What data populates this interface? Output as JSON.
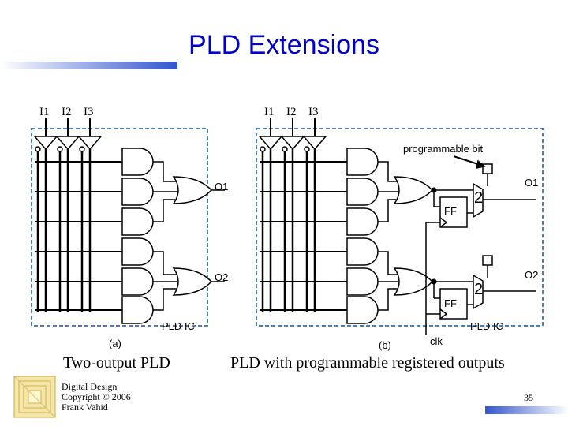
{
  "slide": {
    "title": "PLD Extensions",
    "page_number": "35"
  },
  "left_plD": {
    "inputs": [
      "I1",
      "I2",
      "I3"
    ],
    "outputs": [
      "O1",
      "O2"
    ],
    "chip_label": "PLD  IC",
    "sub_label": "(a)",
    "caption": "Two-output PLD"
  },
  "right_pld": {
    "inputs": [
      "I1",
      "I2",
      "I3"
    ],
    "outputs": [
      "O1",
      "O2"
    ],
    "prog_bit_label": "programmable bit",
    "ff_label": "FF",
    "mux_label": "2",
    "chip_label": "PLD  IC",
    "clk_label": "clk",
    "sub_label": "(b)",
    "caption": "PLD with programmable registered outputs"
  },
  "footer": {
    "line1": "Digital Design",
    "line2": "Copyright © 2006",
    "line3": "Frank Vahid"
  },
  "colors": {
    "title": "#0000cc",
    "border": "#4a7fb5",
    "accent_bar": "#3355cc"
  }
}
